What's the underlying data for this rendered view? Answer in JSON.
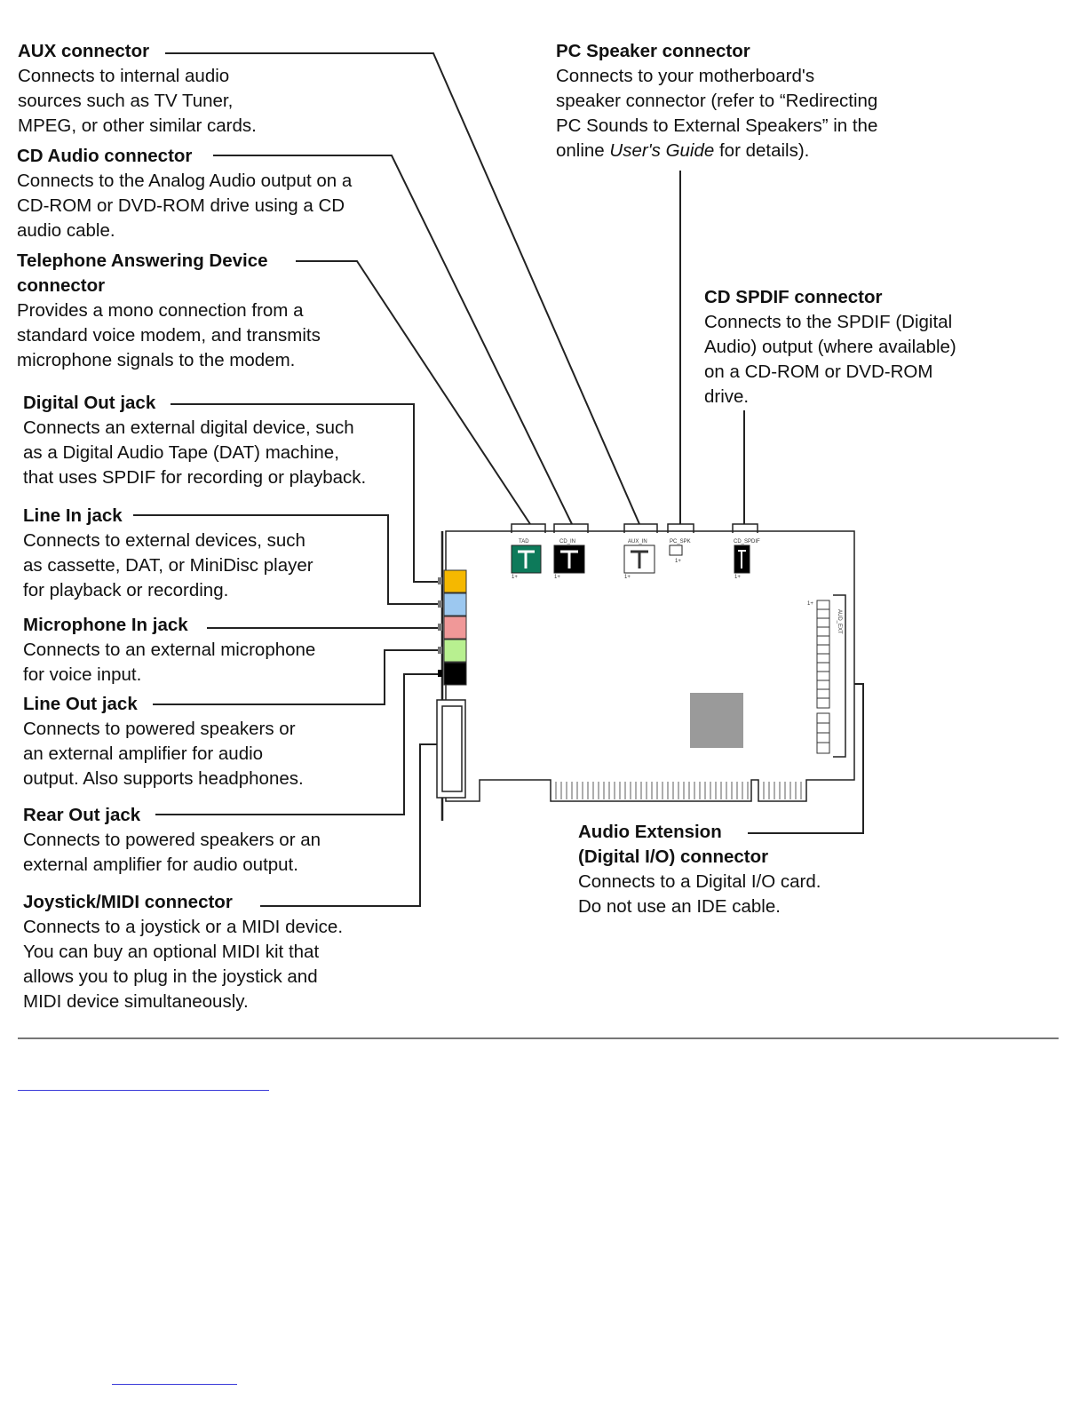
{
  "callouts": {
    "aux": {
      "title": "AUX connector",
      "lines": [
        "Connects to internal audio",
        "sources such as TV Tuner,",
        "MPEG, or other similar cards."
      ]
    },
    "cd_audio": {
      "title": "CD Audio connector",
      "lines": [
        "Connects to the Analog Audio output on a",
        "CD-ROM or DVD-ROM drive using a CD",
        "audio cable."
      ]
    },
    "tad": {
      "title_lines": [
        "Telephone Answering Device",
        "connector"
      ],
      "lines": [
        "Provides a mono connection from a",
        "standard voice modem, and transmits",
        "microphone signals to the modem."
      ]
    },
    "digital_out": {
      "title": "Digital Out jack",
      "lines": [
        "Connects an external digital device, such",
        "as a Digital Audio Tape (DAT) machine,",
        "that uses SPDIF for recording or playback."
      ]
    },
    "line_in": {
      "title": "Line In jack",
      "lines": [
        "Connects to external devices, such",
        "as cassette, DAT, or MiniDisc player",
        "for playback or recording."
      ]
    },
    "mic_in": {
      "title": "Microphone In jack",
      "lines": [
        "Connects to an external microphone",
        "for voice input."
      ]
    },
    "line_out": {
      "title": "Line Out jack",
      "lines": [
        "Connects to powered speakers or",
        "an external amplifier for audio",
        "output. Also supports headphones."
      ]
    },
    "rear_out": {
      "title": "Rear Out jack",
      "lines": [
        "Connects to powered speakers or an",
        "external amplifier for audio output."
      ]
    },
    "joystick": {
      "title": "Joystick/MIDI connector",
      "lines": [
        "Connects to a joystick or a MIDI device.",
        "You can buy an optional MIDI kit that",
        "allows you to plug in the joystick and",
        "MIDI device simultaneously."
      ]
    },
    "pc_speaker": {
      "title": "PC Speaker connector",
      "lines": [
        "Connects to your motherboard's",
        "speaker connector (refer to “Redirecting",
        "PC Sounds to External Speakers” in the"
      ],
      "last_line_prefix": "online ",
      "last_line_italic": "User's Guide",
      "last_line_suffix": " for details)."
    },
    "cd_spdif": {
      "title": "CD SPDIF connector",
      "lines": [
        "Connects to the SPDIF (Digital",
        "Audio) output (where available)",
        "on a CD-ROM or DVD-ROM",
        "drive."
      ]
    },
    "audio_ext": {
      "title_lines": [
        "Audio Extension",
        "(Digital I/O) connector"
      ],
      "lines": [
        "Connects to a Digital I/O card.",
        "Do not use an IDE cable."
      ]
    }
  },
  "board_labels": {
    "tad": "TAD",
    "cd_in": "CD_IN",
    "aux_in": "AUX_IN",
    "pc_spk": "PC_SPK",
    "cd_spdif": "CD_SPDIF",
    "aud_ext": "AUD_EXT",
    "pin1": "1+"
  },
  "colors": {
    "jack_digital_out": "#f5b800",
    "jack_line_in": "#9cc8f0",
    "jack_mic_in": "#f09898",
    "jack_line_out": "#b8f090",
    "jack_rear_out": "#000000",
    "tad_connector": "#0d7a5a",
    "chip": "#9a9a9a",
    "link": "#3a3ad8"
  }
}
